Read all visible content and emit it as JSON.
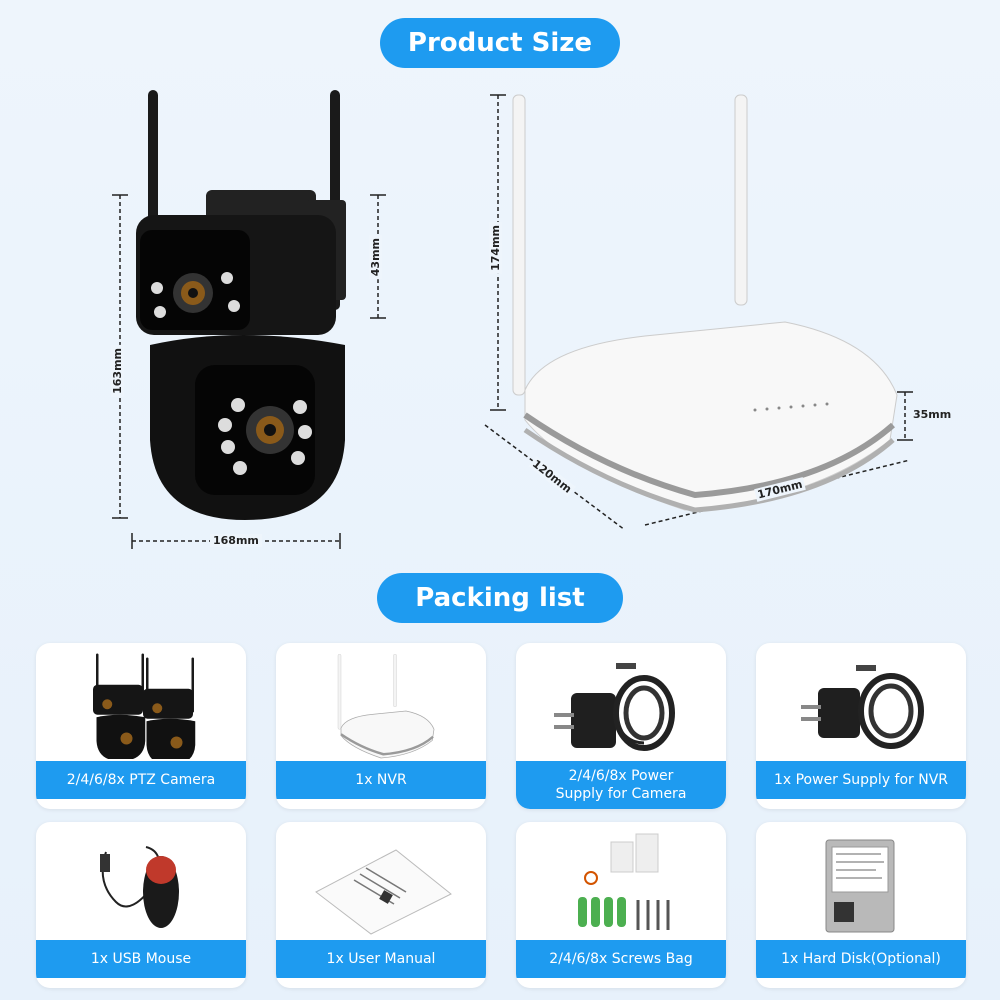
{
  "headings": {
    "product_size": "Product Size",
    "packing_list": "Packing list"
  },
  "dimensions": {
    "camera_height": "163mm",
    "camera_upper_height": "43mm",
    "camera_width": "168mm",
    "nvr_height": "174mm",
    "nvr_thickness": "35mm",
    "nvr_depth": "120mm",
    "nvr_width": "170mm"
  },
  "packing_items": [
    {
      "label": "2/4/6/8x PTZ Camera",
      "icon": "ptz-camera-icon"
    },
    {
      "label": "1x NVR",
      "icon": "nvr-icon"
    },
    {
      "label": "2/4/6/8x Power\nSupply for Camera",
      "icon": "power-adapter-icon"
    },
    {
      "label": "1x Power Supply for NVR",
      "icon": "power-adapter-icon"
    },
    {
      "label": "1x USB Mouse",
      "icon": "usb-mouse-icon"
    },
    {
      "label": "1x User Manual",
      "icon": "user-manual-icon"
    },
    {
      "label": "2/4/6/8x Screws Bag",
      "icon": "screws-bag-icon"
    },
    {
      "label": "1x Hard Disk(Optional)",
      "icon": "hard-disk-icon"
    }
  ],
  "colors": {
    "accent": "#1e9bf0",
    "background": "#eaf3fb",
    "card": "#ffffff"
  }
}
